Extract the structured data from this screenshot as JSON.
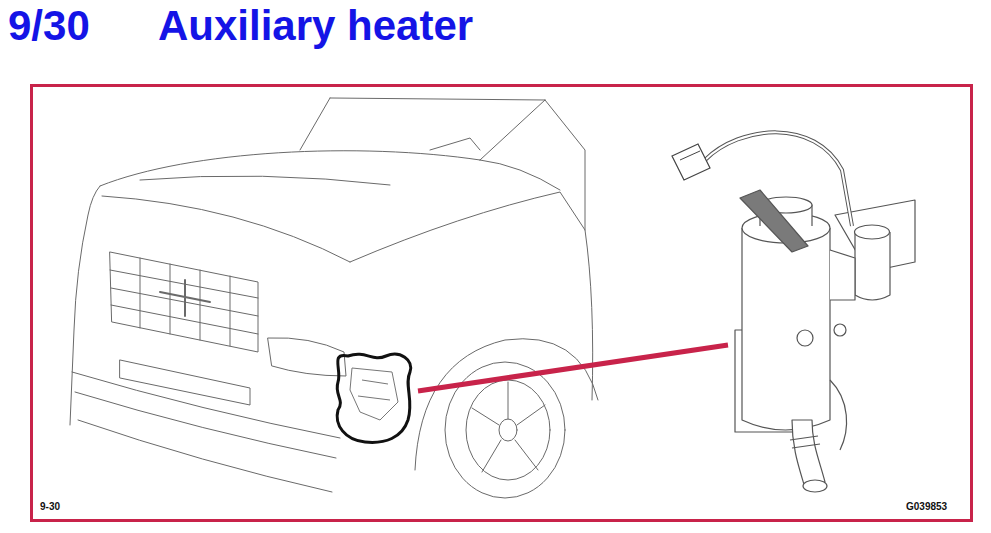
{
  "diagram": {
    "title": "Auxiliary heater",
    "labels": [
      "9/30",
      "9-30",
      "G039853"
    ]
  }
}
